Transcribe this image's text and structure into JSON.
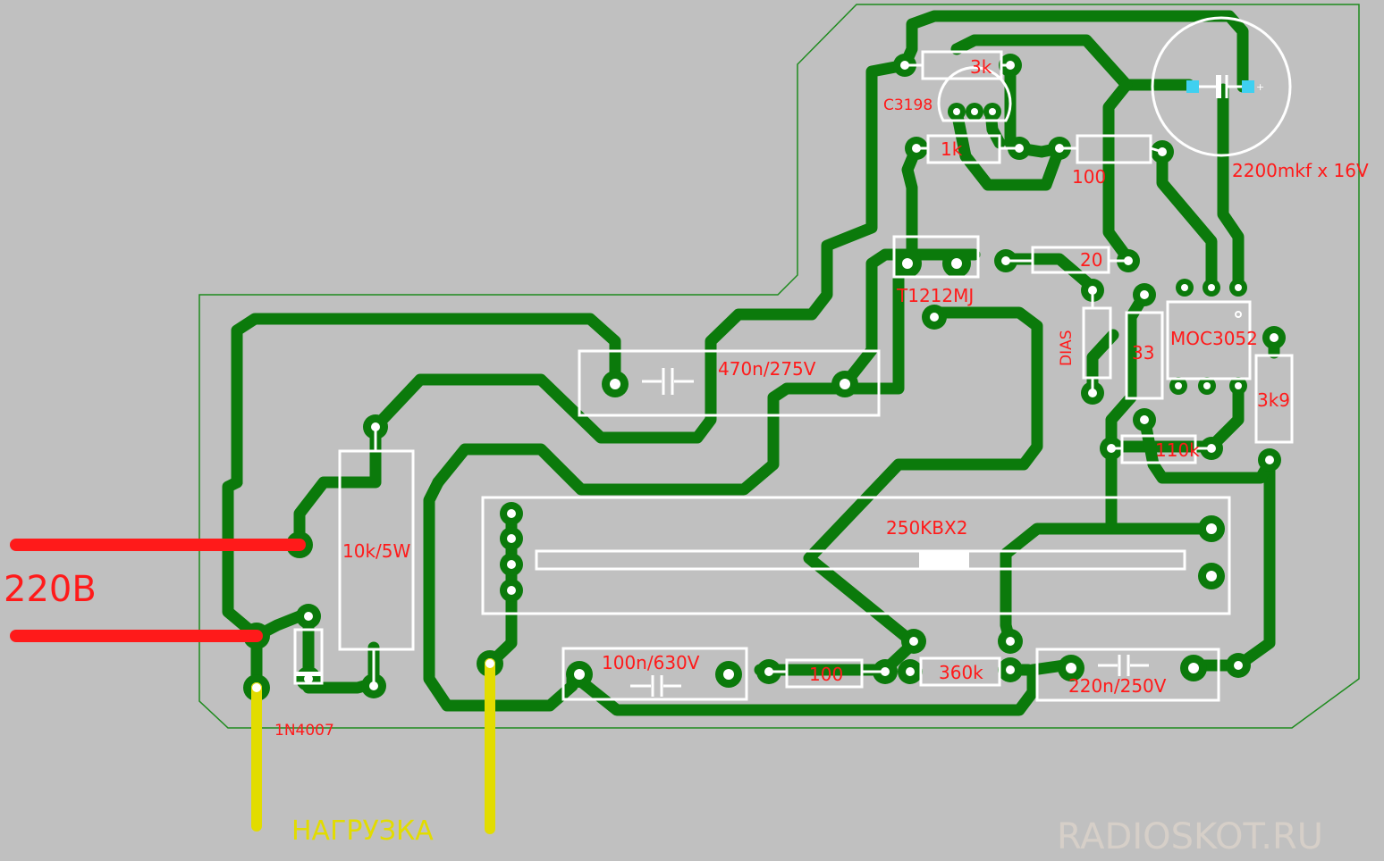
{
  "board": {
    "colors": {
      "background": "#c0c0c0",
      "trace": "#0b7a0b",
      "silkscreen": "#ffffff",
      "label": "#ff1a1a",
      "mains_wire": "#ff1a1a",
      "load_wire": "#e2dc00",
      "capacitor_pads": "#3fd0f0"
    }
  },
  "components": {
    "r_3k": "3k",
    "transistor": "C3198",
    "r_1k": "1k",
    "r_100_top": "100",
    "cap_2200": "2200mkf x 16V",
    "cap_polarity": "+",
    "triac": "T1212MJ",
    "r_20": "20",
    "diac": "DIAS",
    "r_33": "33",
    "optocoupler": "MOC3052",
    "r_3k9": "3k9",
    "r_110k": "110k",
    "cap_470n": "470n/275V",
    "potentiometer": "250KBX2",
    "r_10k": "10k/5W",
    "diode": "1N4007",
    "cap_100n": "100n/630V",
    "r_100_bottom": "100",
    "r_360k": "360k",
    "cap_220n": "220n/250V"
  },
  "connectors": {
    "mains": "220В",
    "load": "НАГРУЗКА"
  },
  "watermark": "RADIOSKOT.RU"
}
